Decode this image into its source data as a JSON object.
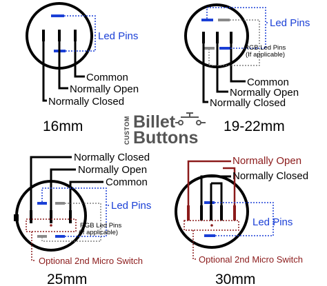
{
  "diagrams": {
    "d16": {
      "size": "16mm",
      "led_pins": "Led Pins",
      "common": "Common",
      "normally_open": "Normally Open",
      "normally_closed": "Normally Closed"
    },
    "d19": {
      "size": "19-22mm",
      "led_pins": "Led Pins",
      "rgb_1": "RGB Led Pins",
      "rgb_2": "(If applicable)",
      "common": "Common",
      "normally_open": "Normally Open",
      "normally_closed": "Normally Closed"
    },
    "d25": {
      "size": "25mm",
      "normally_closed": "Normally Closed",
      "normally_open": "Normally Open",
      "common": "Common",
      "led_pins": "Led Pins",
      "rgb_1": "RGB Led Pins",
      "rgb_2": "(If applicable)",
      "micro_switch": "Optional 2nd Micro Switch"
    },
    "d30": {
      "size": "30mm",
      "normally_open": "Normally Open",
      "normally_closed": "Normally Closed",
      "led_pins": "Led Pins",
      "micro_switch": "Optional 2nd Micro Switch"
    }
  },
  "logo": {
    "custom": "CUSTOM",
    "billet": "Billet",
    "buttons": "Buttons"
  },
  "colors": {
    "led_blue": "#1a3fd6",
    "micro_red": "#8b1a1a",
    "pin_gray": "#8a8a8a",
    "line": "#000000"
  }
}
